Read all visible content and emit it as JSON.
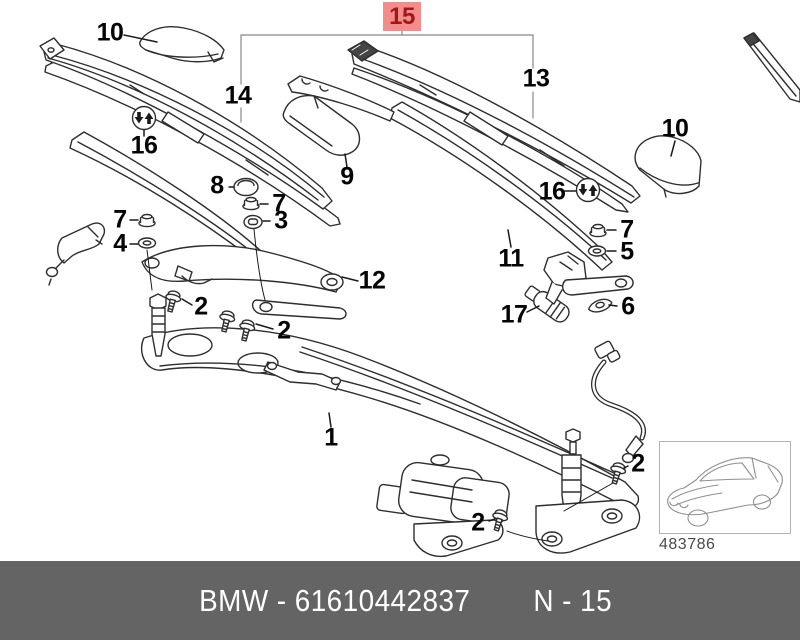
{
  "document_type": "parts-diagram",
  "callouts": {
    "1": "1",
    "2": "2",
    "3": "3",
    "4": "4",
    "5": "5",
    "6": "6",
    "7": "7",
    "8": "8",
    "9": "9",
    "10": "10",
    "11": "11",
    "12": "12",
    "13": "13",
    "14": "14",
    "15": "15",
    "16": "16",
    "17": "17"
  },
  "highlighted_callout": {
    "label": "15",
    "box_color": "#f48c8c",
    "text_color": "#9c1a1a"
  },
  "symbols": {
    "replace_icon": "circle-with-double-arrows"
  },
  "inset": {
    "ref_number": "483786"
  },
  "footer": {
    "left": "BMW - 61610442837",
    "right": "N - 15",
    "bg_color": "#646464",
    "text_color": "#ffffff"
  },
  "canvas": {
    "bg_color": "#ffffff"
  }
}
